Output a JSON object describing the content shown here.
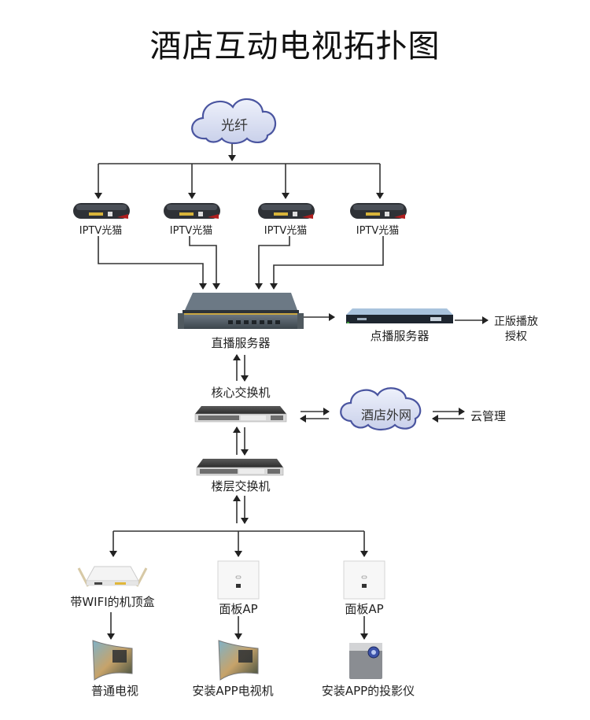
{
  "title": "酒店互动电视拓扑图",
  "nodes": {
    "fiber": {
      "label": "光纤"
    },
    "modems": [
      {
        "label": "IPTV光猫"
      },
      {
        "label": "IPTV光猫"
      },
      {
        "label": "IPTV光猫"
      },
      {
        "label": "IPTV光猫"
      }
    ],
    "live_server": {
      "label": "直播服务器"
    },
    "vod_server": {
      "label": "点播服务器"
    },
    "license": {
      "line1": "正版播放",
      "line2": "授权"
    },
    "core_switch": {
      "label": "核心交换机"
    },
    "hotel_wan": {
      "label": "酒店外网"
    },
    "cloud_mgmt": {
      "label": "云管理"
    },
    "floor_switch": {
      "label": "楼层交换机"
    },
    "stb": {
      "label": "带WIFI的机顶盒"
    },
    "panel_ap_1": {
      "label": "面板AP"
    },
    "panel_ap_2": {
      "label": "面板AP"
    },
    "tv_normal": {
      "label": "普通电视"
    },
    "tv_app": {
      "label": "安装APP电视机"
    },
    "projector": {
      "label": "安装APP的投影仪"
    }
  },
  "edges": [
    {
      "from": "光纤",
      "to": "IPTV光猫 ×4",
      "direction": "one-way"
    },
    {
      "from": "IPTV光猫 ×4",
      "to": "直播服务器",
      "direction": "one-way"
    },
    {
      "from": "直播服务器",
      "to": "点播服务器",
      "direction": "one-way"
    },
    {
      "from": "点播服务器",
      "to": "正版播放授权",
      "direction": "one-way"
    },
    {
      "from": "直播服务器",
      "to": "核心交换机",
      "direction": "two-way"
    },
    {
      "from": "核心交换机",
      "to": "酒店外网",
      "direction": "two-way"
    },
    {
      "from": "酒店外网",
      "to": "云管理",
      "direction": "two-way"
    },
    {
      "from": "核心交换机",
      "to": "楼层交换机",
      "direction": "two-way"
    },
    {
      "from": "楼层交换机",
      "to": "带WIFI的机顶盒 / 面板AP / 面板AP",
      "direction": "one-way"
    },
    {
      "from": "带WIFI的机顶盒",
      "to": "普通电视",
      "direction": "one-way"
    },
    {
      "from": "面板AP",
      "to": "安装APP电视机",
      "direction": "one-way"
    },
    {
      "from": "面板AP",
      "to": "安装APP的投影仪",
      "direction": "one-way"
    }
  ]
}
